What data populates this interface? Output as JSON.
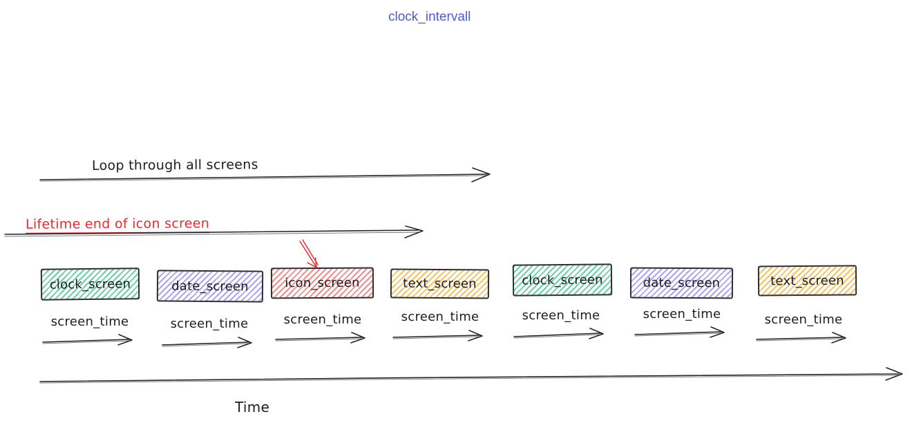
{
  "page": {
    "title": "clock_intervall"
  },
  "colors": {
    "title_blue": "#4b5cd3",
    "annotation_red": "#e82c2c",
    "ink_black": "#1c1c1c",
    "screen_green": "#4ec796",
    "screen_purple": "#947ff4",
    "screen_red": "#f06e6e",
    "screen_yellow": "#f3b234"
  },
  "annotations": {
    "loop_arrow_label": "Loop through all screens",
    "lifetime_arrow_label": "Lifetime end of icon screen",
    "time_axis_label": "Time",
    "screen_time_label": "screen_time"
  },
  "screens": [
    {
      "label": "clock_screen",
      "color": "green"
    },
    {
      "label": "date_screen",
      "color": "purple"
    },
    {
      "label": "icon_screen",
      "color": "red"
    },
    {
      "label": "text_screen",
      "color": "yellow"
    },
    {
      "label": "clock_screen",
      "color": "green"
    },
    {
      "label": "date_screen",
      "color": "purple"
    },
    {
      "label": "text_screen",
      "color": "yellow"
    }
  ]
}
